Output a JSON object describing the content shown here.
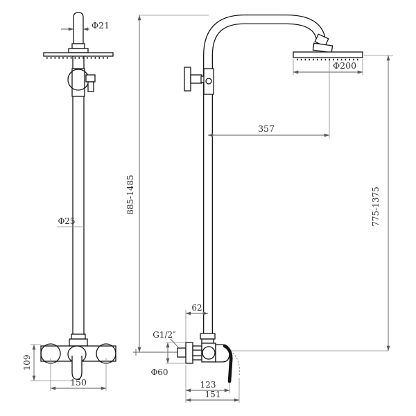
{
  "colors": {
    "line": "#141414",
    "dim": "#5a5a5a",
    "ext": "#8d8d8d",
    "dimtext": "#2f2f2f",
    "bg": "#ffffff"
  },
  "drawing": {
    "dimensions": {
      "head_pipe_diameter": "Φ21",
      "shower_head_diameter": "Φ200",
      "head_center_offset": "357",
      "total_height_range": "885-1485",
      "riser_height_range": "775-1375",
      "riser_pipe_diameter": "Φ25",
      "wall_to_riser_offset": "62",
      "inlet_thread": "G1/2″",
      "escutcheon_diameter": "Φ60",
      "valve_depth": "123",
      "handle_depth": "151",
      "valve_height": "109",
      "inlet_center_distance": "150"
    }
  }
}
